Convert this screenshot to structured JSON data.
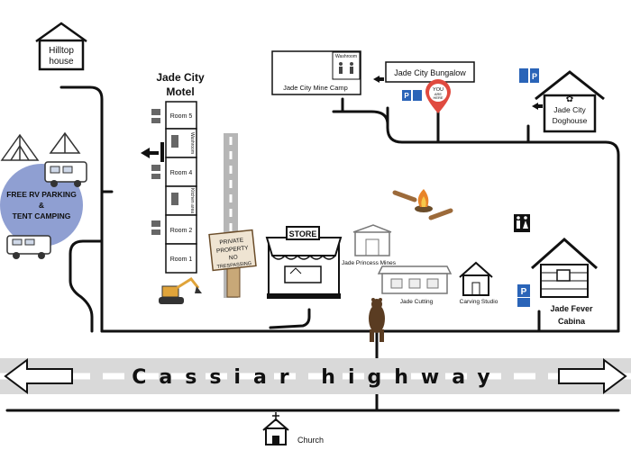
{
  "highway": {
    "name": "Cassiar highway"
  },
  "places": {
    "hilltop_house": {
      "line1": "Hilltop",
      "line2": "house"
    },
    "motel": {
      "title_line1": "Jade City",
      "title_line2": "Motel",
      "rooms": [
        "Room 5",
        "Room 4",
        "Room 2",
        "Room 1"
      ],
      "washroom": "Washroom",
      "kitchen": "Kitchen area"
    },
    "mine_camp": {
      "name": "Jade City Mine Camp",
      "washroom": "Washroom"
    },
    "bungalow": {
      "name": "Jade City Bungalow"
    },
    "you_are_here": {
      "line1": "YOU",
      "line2": "ARE",
      "line3": "HERE"
    },
    "doghouse": {
      "line1": "Jade City",
      "line2": "Doghouse"
    },
    "rv_parking": {
      "line1": "FREE RV PARKING",
      "line2": "&",
      "line3": "TENT CAMPING"
    },
    "store": {
      "sign": "STORE"
    },
    "private_sign": {
      "line1": "PRIVATE",
      "line2": "PROPERTY",
      "line3": "NO",
      "line4": "TRESPASSING"
    },
    "princess_mines": {
      "name": "Jade Princess Mines"
    },
    "jade_cutting": {
      "name": "Jade Cutting"
    },
    "carving_studio": {
      "name": "Carving Studio"
    },
    "fever_cabins": {
      "line1": "Jade Fever",
      "line2": "Cabina"
    },
    "church": {
      "name": "Church"
    },
    "parking_symbol": "P"
  },
  "colors": {
    "rv_circle": "#8f9fd2",
    "you_pin": "#e04a3f",
    "parking_blue": "#2a64b8",
    "highway_band": "#d9d9d9"
  }
}
